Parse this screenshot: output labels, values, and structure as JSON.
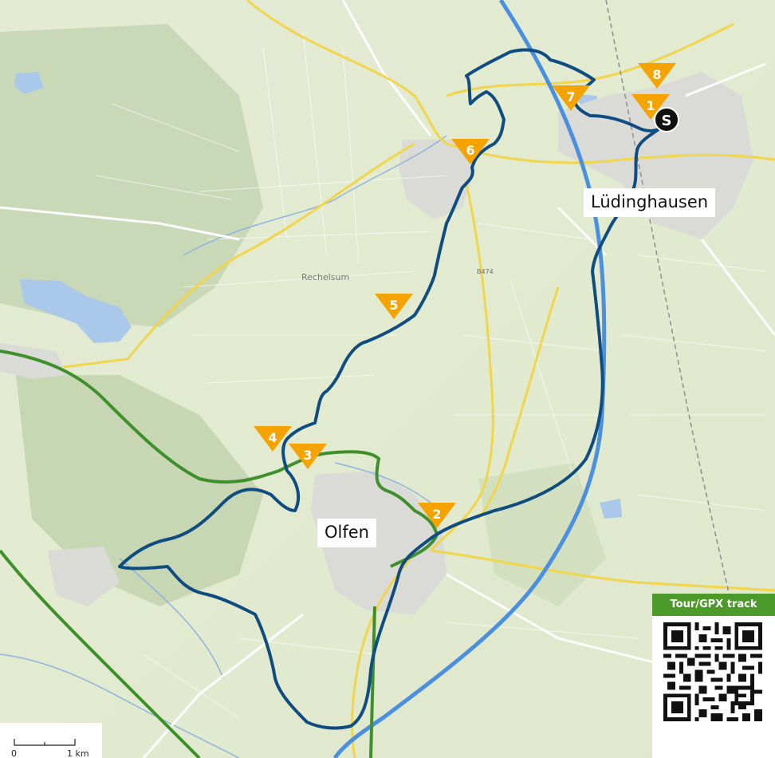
{
  "map": {
    "towns": [
      "Lüdinghausen",
      "Olfen"
    ],
    "minor_labels": [
      "Rechelsum",
      "B474"
    ],
    "stops": [
      "1",
      "2",
      "3",
      "4",
      "5",
      "6",
      "7",
      "8"
    ],
    "start_label": "S"
  },
  "qr": {
    "title": "Tour/GPX track"
  },
  "scale": {
    "start": "0",
    "end": "1 km"
  },
  "colors": {
    "route": "#0f4c81",
    "marker": "#f5a300",
    "start": "#111111",
    "green_route": "#3f8f2c",
    "road": "#f1d54a",
    "canal": "#4a8fe0"
  },
  "icons": [
    "stop-marker-triangle",
    "start-marker-circle",
    "qr-code-icon"
  ]
}
